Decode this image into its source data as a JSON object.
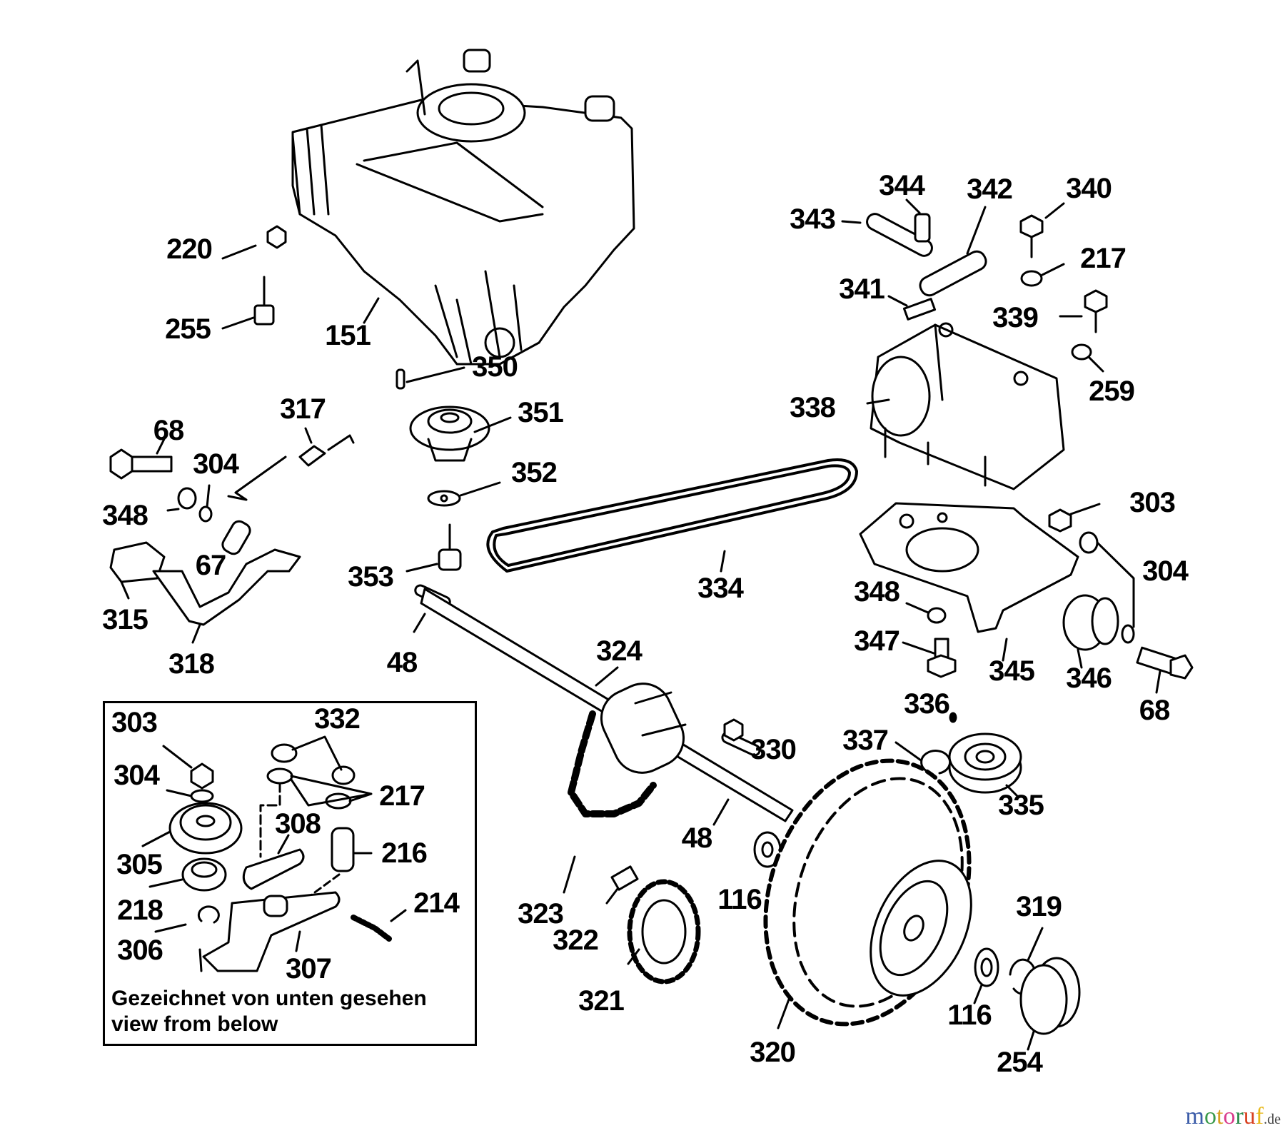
{
  "diagram": {
    "title": "Exploded parts diagram - engine, drive belt, transmission and wheel",
    "parts": [
      {
        "id": "engine",
        "name": "Engine",
        "label": "151"
      },
      {
        "id": "nut-220",
        "name": "Nut",
        "label": "220"
      },
      {
        "id": "bolt-255",
        "name": "Bolt with spacer",
        "label": "255"
      },
      {
        "id": "key-350",
        "name": "Key",
        "label": "350"
      },
      {
        "id": "pulley-351",
        "name": "Engine pulley",
        "label": "351"
      },
      {
        "id": "washer-352",
        "name": "Washer",
        "label": "352"
      },
      {
        "id": "bolt-353",
        "name": "Bolt",
        "label": "353"
      },
      {
        "id": "belt-334",
        "name": "V-belt",
        "label": "334"
      },
      {
        "id": "spring-317",
        "name": "Spring",
        "label": "317"
      },
      {
        "id": "bolt-68a",
        "name": "Bolt",
        "label": "68"
      },
      {
        "id": "washer-304a",
        "name": "Washer",
        "label": "304"
      },
      {
        "id": "washer-348a",
        "name": "Washer",
        "label": "348"
      },
      {
        "id": "sleeve-67",
        "name": "Sleeve",
        "label": "67"
      },
      {
        "id": "pedal-315",
        "name": "Pedal pad",
        "label": "315"
      },
      {
        "id": "lever-318",
        "name": "Lever",
        "label": "318"
      },
      {
        "id": "key-48a",
        "name": "Key",
        "label": "48"
      },
      {
        "id": "shaft-324",
        "name": "Drive shaft",
        "label": "324"
      },
      {
        "id": "nut-330",
        "name": "Nut",
        "label": "330"
      },
      {
        "id": "key-48b",
        "name": "Key",
        "label": "48"
      },
      {
        "id": "washer-116a",
        "name": "Washer",
        "label": "116"
      },
      {
        "id": "chain-323",
        "name": "Chain",
        "label": "323"
      },
      {
        "id": "link-322",
        "name": "Chain link",
        "label": "322"
      },
      {
        "id": "sprocket-321",
        "name": "Sprocket",
        "label": "321"
      },
      {
        "id": "wheel-320",
        "name": "Wheel",
        "label": "320"
      },
      {
        "id": "washer-116b",
        "name": "Washer",
        "label": "116"
      },
      {
        "id": "clip-319",
        "name": "Circlip",
        "label": "319"
      },
      {
        "id": "cap-254",
        "name": "Hub cap",
        "label": "254"
      },
      {
        "id": "pulley-335",
        "name": "Pulley",
        "label": "335"
      },
      {
        "id": "pin-336",
        "name": "Pin",
        "label": "336"
      },
      {
        "id": "ring-337",
        "name": "Retaining ring",
        "label": "337"
      },
      {
        "id": "link-343",
        "name": "Link",
        "label": "343"
      },
      {
        "id": "pin-344",
        "name": "Pin",
        "label": "344"
      },
      {
        "id": "plate-342",
        "name": "Plate",
        "label": "342"
      },
      {
        "id": "clip-341",
        "name": "Clip",
        "label": "341"
      },
      {
        "id": "bolt-340",
        "name": "Bolt",
        "label": "340"
      },
      {
        "id": "washer-217",
        "name": "Washer",
        "label": "217"
      },
      {
        "id": "bolt-339",
        "name": "Bolt",
        "label": "339"
      },
      {
        "id": "washer-259",
        "name": "Washer",
        "label": "259"
      },
      {
        "id": "gearbox-338",
        "name": "Gearbox",
        "label": "338"
      },
      {
        "id": "nut-303",
        "name": "Nut",
        "label": "303"
      },
      {
        "id": "washer-304b",
        "name": "Washer",
        "label": "304"
      },
      {
        "id": "washer-348b",
        "name": "Washer",
        "label": "348"
      },
      {
        "id": "bolt-347",
        "name": "Bolt",
        "label": "347"
      },
      {
        "id": "bracket-345",
        "name": "Bracket",
        "label": "345"
      },
      {
        "id": "spacer-346",
        "name": "Spacer",
        "label": "346"
      },
      {
        "id": "bolt-68b",
        "name": "Bolt",
        "label": "68"
      }
    ],
    "inset": {
      "caption_de": "Gezeichnet von unten gesehen",
      "caption_en": "view from below",
      "labels": [
        "303",
        "304",
        "305",
        "218",
        "306",
        "332",
        "217",
        "308",
        "216",
        "214",
        "307"
      ]
    }
  },
  "watermark": {
    "letters": [
      "m",
      "o",
      "t",
      "o",
      "r",
      "u",
      "f"
    ],
    "colors": [
      "#3a5ba8",
      "#3a9a4a",
      "#d8a020",
      "#d83c8c",
      "#2a8a4a",
      "#d84020",
      "#e8b818"
    ],
    "suffix": ".de",
    "suffix_color": "#444444"
  }
}
